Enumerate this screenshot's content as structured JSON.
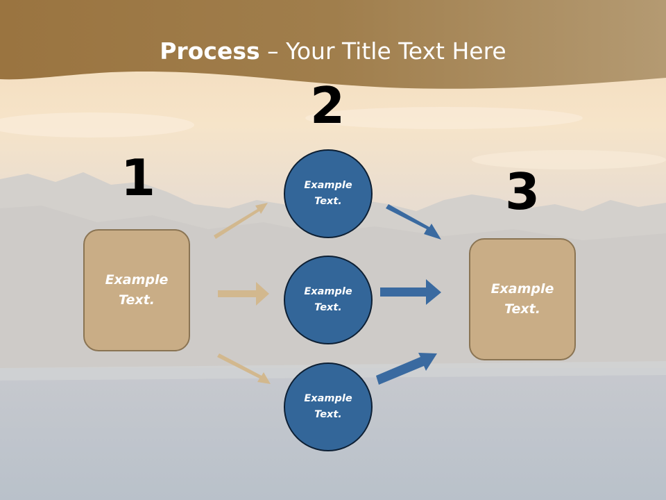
{
  "title": {
    "bold": "Process",
    "rest": " – Your Title Text Here"
  },
  "steps": [
    {
      "number": "1",
      "text_line1": "Example",
      "text_line2": "Text."
    },
    {
      "number": "2"
    },
    {
      "number": "3",
      "text_line1": "Example",
      "text_line2": "Text."
    }
  ],
  "circles": [
    {
      "text_line1": "Example",
      "text_line2": "Text."
    },
    {
      "text_line1": "Example",
      "text_line2": "Text."
    },
    {
      "text_line1": "Example",
      "text_line2": "Text."
    }
  ],
  "colors": {
    "banner": "#a6844f",
    "box_fill": "#c9ad86",
    "circle_fill": "#336699",
    "arrow_tan": "#d2b88e",
    "arrow_blue": "#3a6aa0"
  }
}
